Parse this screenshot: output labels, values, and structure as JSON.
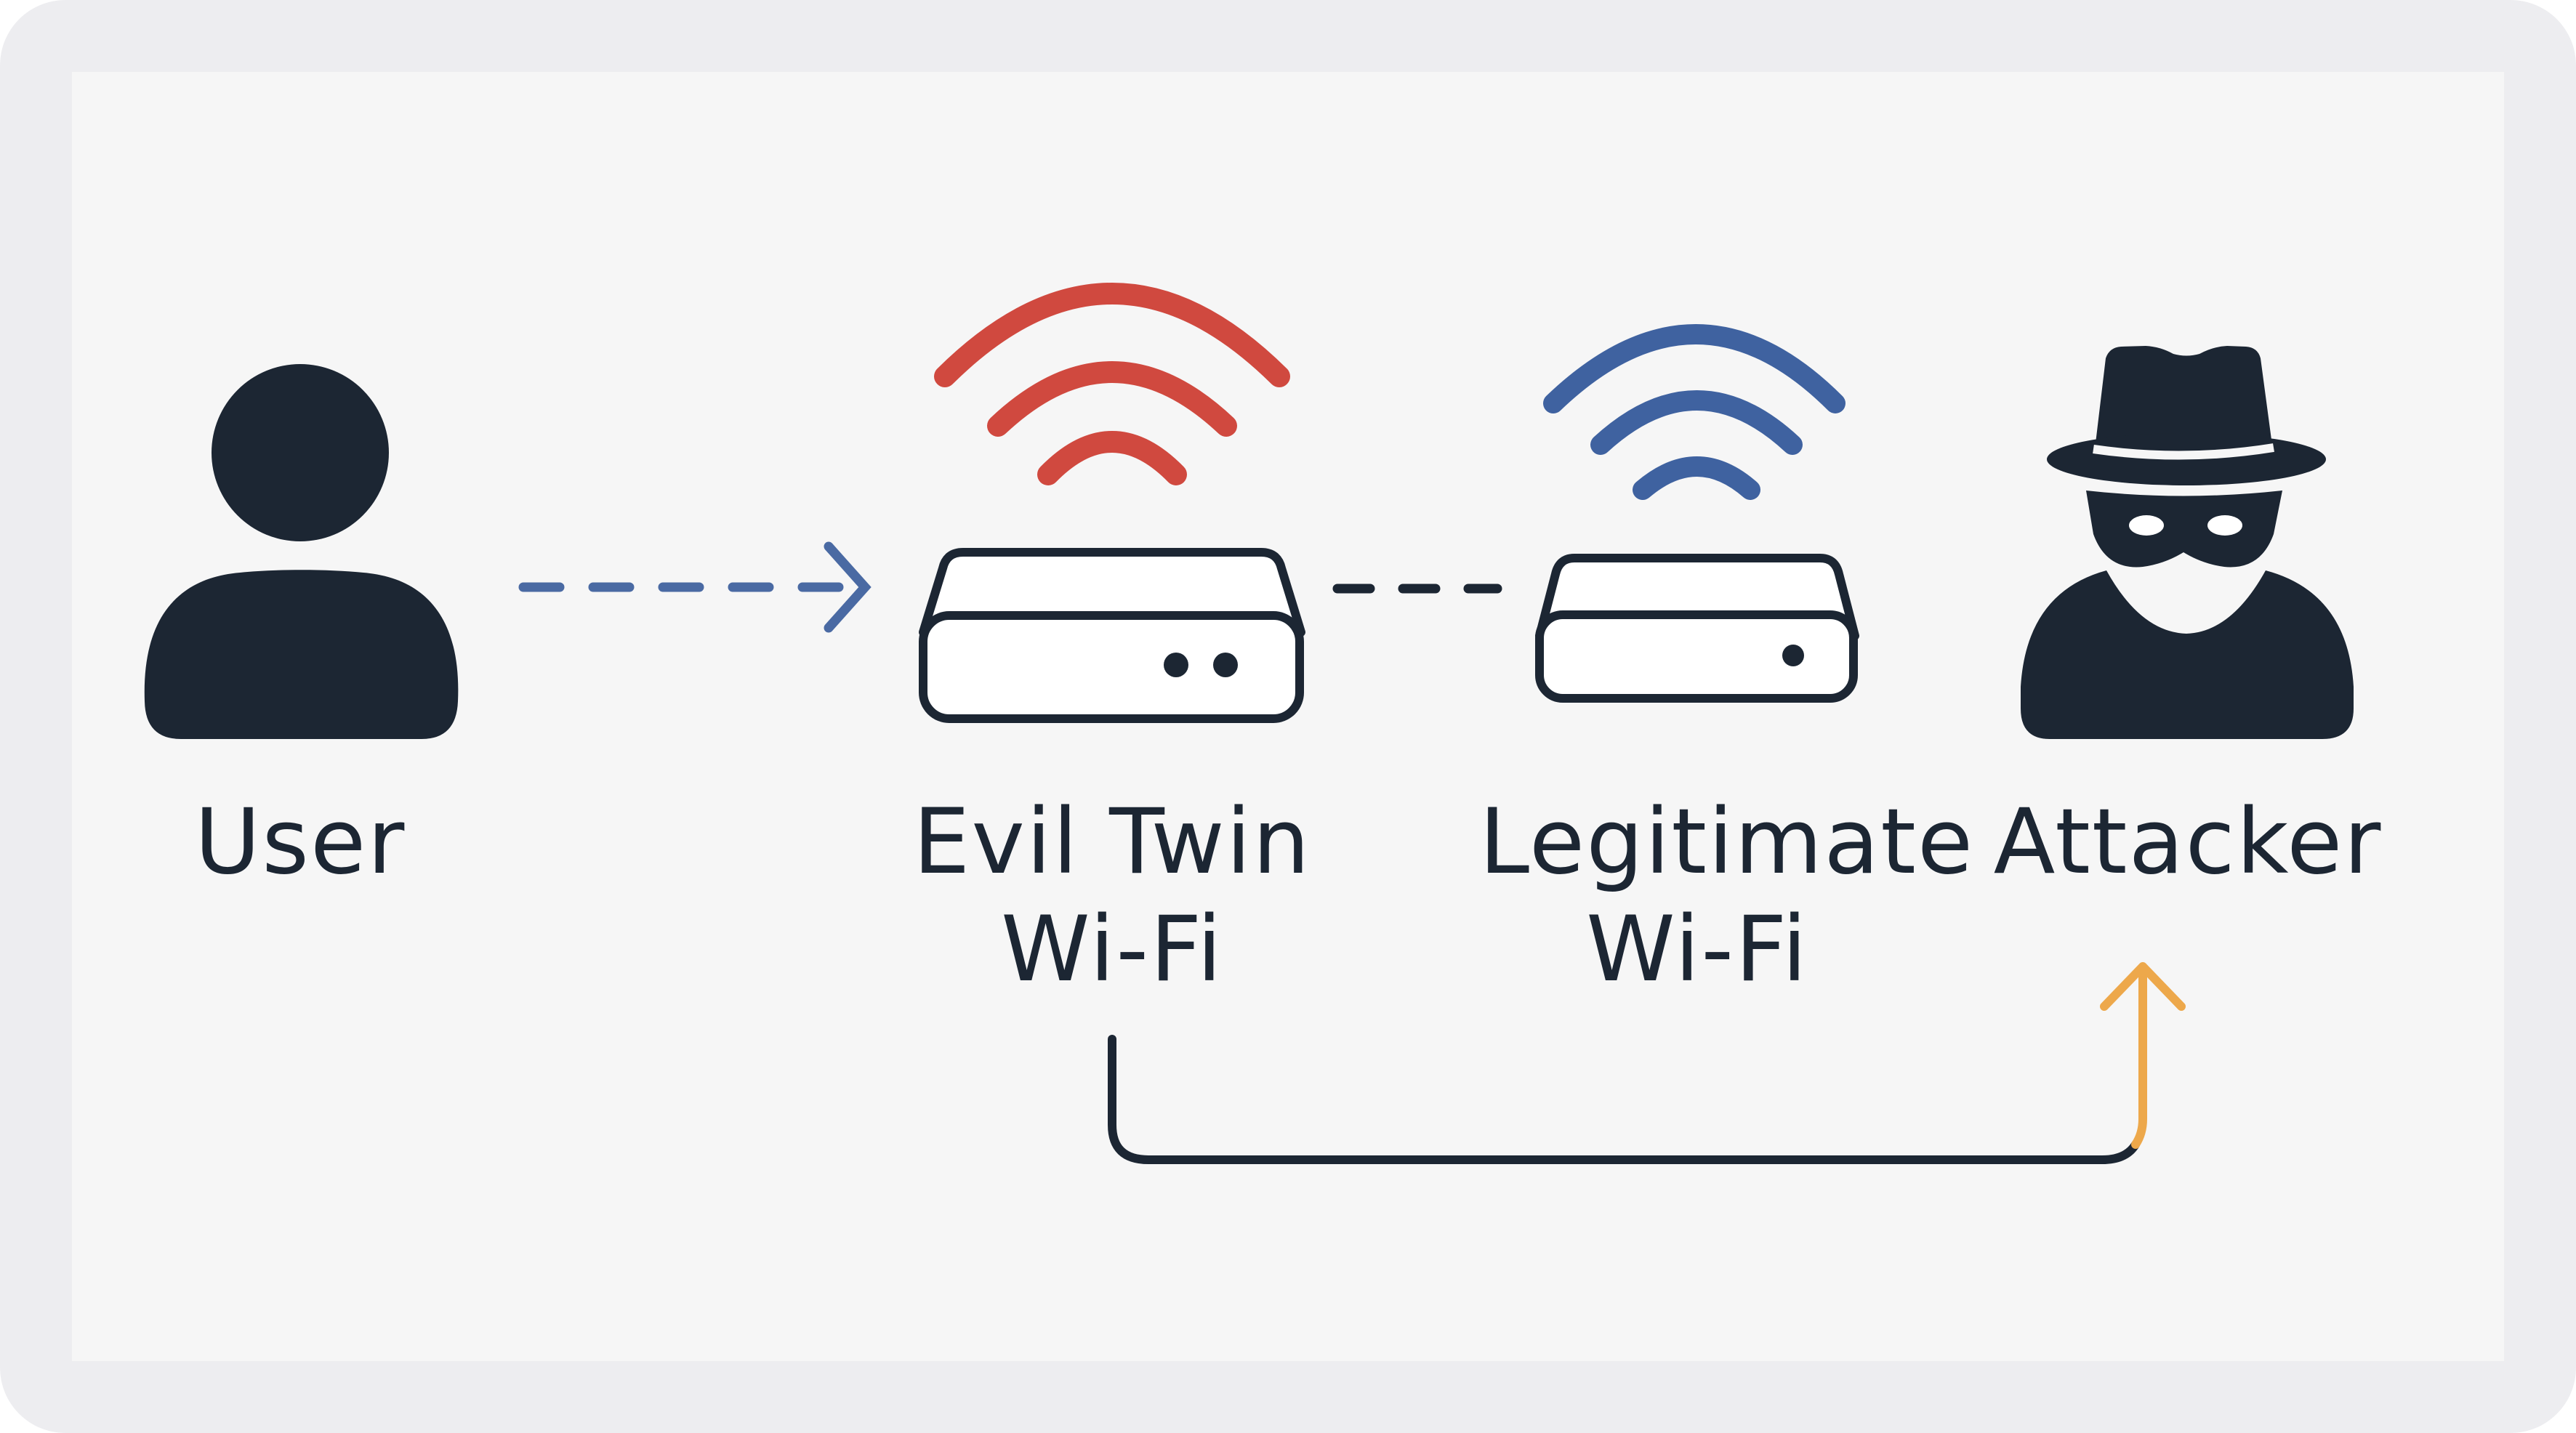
{
  "nodes": {
    "user": {
      "label": "User"
    },
    "evil_twin": {
      "label": "Evil Twin\nWi-Fi"
    },
    "legitimate": {
      "label": "Legitimate\nWi-Fi"
    },
    "attacker": {
      "label": "Attacker"
    }
  },
  "colors": {
    "dark": "#1c2633",
    "evil_signal": "#d0493f",
    "legit_signal": "#3f62a0",
    "user_link": "#4a6aa3",
    "attacker_arrow": "#eda84b",
    "canvas": "#f6f6f6",
    "frame": "#ededf0"
  },
  "icons": {
    "user": "user-icon",
    "evil_router": "router-icon",
    "legit_router": "router-icon",
    "attacker": "spy-icon"
  }
}
